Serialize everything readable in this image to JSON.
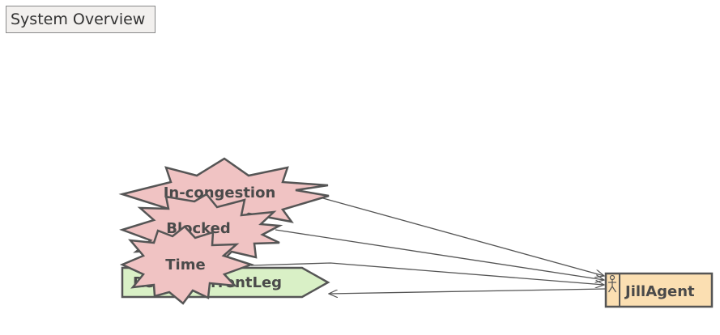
{
  "title": "System Overview",
  "nodes": {
    "percept_congestion": "In-congestion",
    "percept_blocked": "Blocked",
    "percept_time": "Time",
    "action": "ReplanCurrentLeg",
    "agent": "JillAgent"
  },
  "colors": {
    "percept_fill": "#f0c3c3",
    "action_fill": "#d9f0c6",
    "agent_fill": "#fbdfb2",
    "stroke": "#555555"
  },
  "icons": {
    "agent": "stick-figure-icon"
  }
}
